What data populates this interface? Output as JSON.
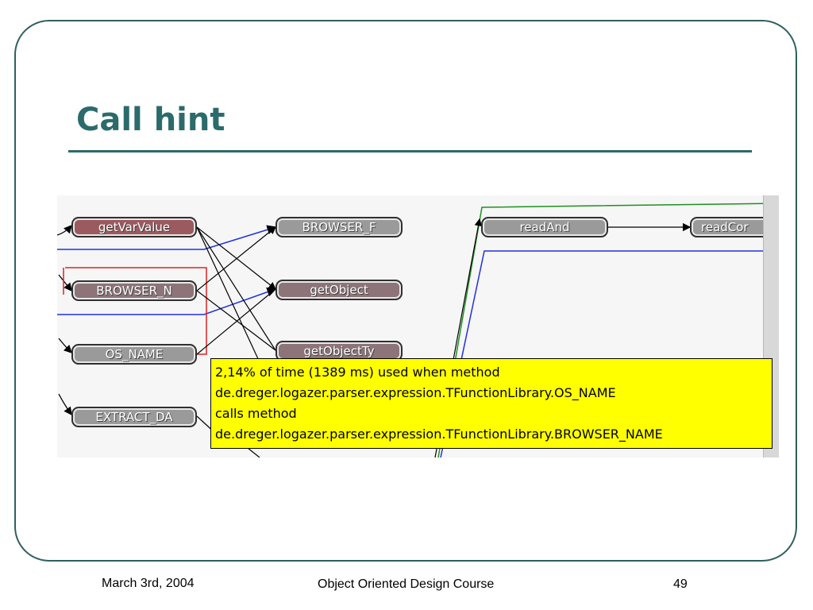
{
  "slide": {
    "title": "Call hint",
    "footer": {
      "date": "March 3rd, 2004",
      "course": "Object Oriented Design Course",
      "page": "49"
    }
  },
  "graph": {
    "nodes": {
      "getVarValue": "getVarValue",
      "browser_n": "BROWSER_N",
      "os_name": "OS_NAME",
      "extract_da": "EXTRACT_DA",
      "browser_f": "BROWSER_F",
      "getObject": "getObject",
      "getObjectTy": "getObjectTy",
      "readAnd": "readAnd",
      "readCor": "readCor"
    },
    "colors": {
      "highlight_box": "#e02020",
      "blue_edge": "#2030e0",
      "green_edge": "#209020",
      "tooltip_bg": "#ffff00"
    },
    "tooltip": {
      "line1": "2,14% of time (1389 ms) used when method",
      "line2": "de.dreger.logazer.parser.expression.TFunctionLibrary.OS_NAME",
      "line3": "calls method",
      "line4": "de.dreger.logazer.parser.expression.TFunctionLibrary.BROWSER_NAME"
    }
  }
}
